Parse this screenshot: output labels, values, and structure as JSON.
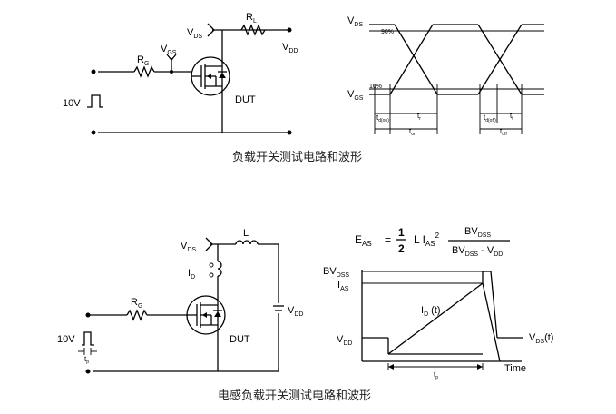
{
  "top_circuit": {
    "vds_label": "V",
    "vds_sub": "DS",
    "rl_label": "R",
    "rl_sub": "L",
    "vgs_label": "V",
    "vgs_sub": "GS",
    "rg_label": "R",
    "rg_sub": "G",
    "vdd_label": "V",
    "vdd_sub": "DD",
    "dut_label": "DUT",
    "source_label": "10V"
  },
  "top_waveform": {
    "vds_label": "V",
    "vds_sub": "DS",
    "vgs_label": "V",
    "vgs_sub": "GS",
    "pct90": "90%",
    "pct10": "10%",
    "td_on": "t",
    "td_on_sub": "d(on)",
    "tr": "t",
    "tr_sub": "r",
    "ton": "t",
    "ton_sub": "on",
    "td_off": "t",
    "td_off_sub": "d(off)",
    "tf": "t",
    "tf_sub": "f",
    "toff": "t",
    "toff_sub": "off"
  },
  "caption_top": "负载开关测试电路和波形",
  "bottom_circuit": {
    "vds_label": "V",
    "vds_sub": "DS",
    "l_label": "L",
    "id_label": "I",
    "id_sub": "D",
    "rg_label": "R",
    "rg_sub": "G",
    "vdd_label": "V",
    "vdd_sub": "DD",
    "dut_label": "DUT",
    "source_label": "10V",
    "tp_label": "t",
    "tp_sub": "p"
  },
  "equation": {
    "eas": "E",
    "eas_sub": "AS",
    "eq": "=",
    "num": "1",
    "den": "2",
    "term": "L I",
    "term_sub": "AS",
    "term_sup": "2",
    "frac_num": "BV",
    "frac_num_sub": "DSS",
    "frac_den_a": "BV",
    "frac_den_a_sub": "DSS",
    "frac_den_mid": " - V",
    "frac_den_b_sub": "DD"
  },
  "bottom_waveform": {
    "bvdss": "BV",
    "bvdss_sub": "DSS",
    "ias": "I",
    "ias_sub": "AS",
    "vdd": "V",
    "vdd_sub": "DD",
    "id_t": "I",
    "id_t_sub": "D",
    "id_t_suffix": " (t)",
    "vds_t": "V",
    "vds_t_sub": "DS",
    "vds_t_suffix": "(t)",
    "tp": "t",
    "tp_sub": "p",
    "time": "Time"
  },
  "caption_bottom": "电感负载开关测试电路和波形"
}
